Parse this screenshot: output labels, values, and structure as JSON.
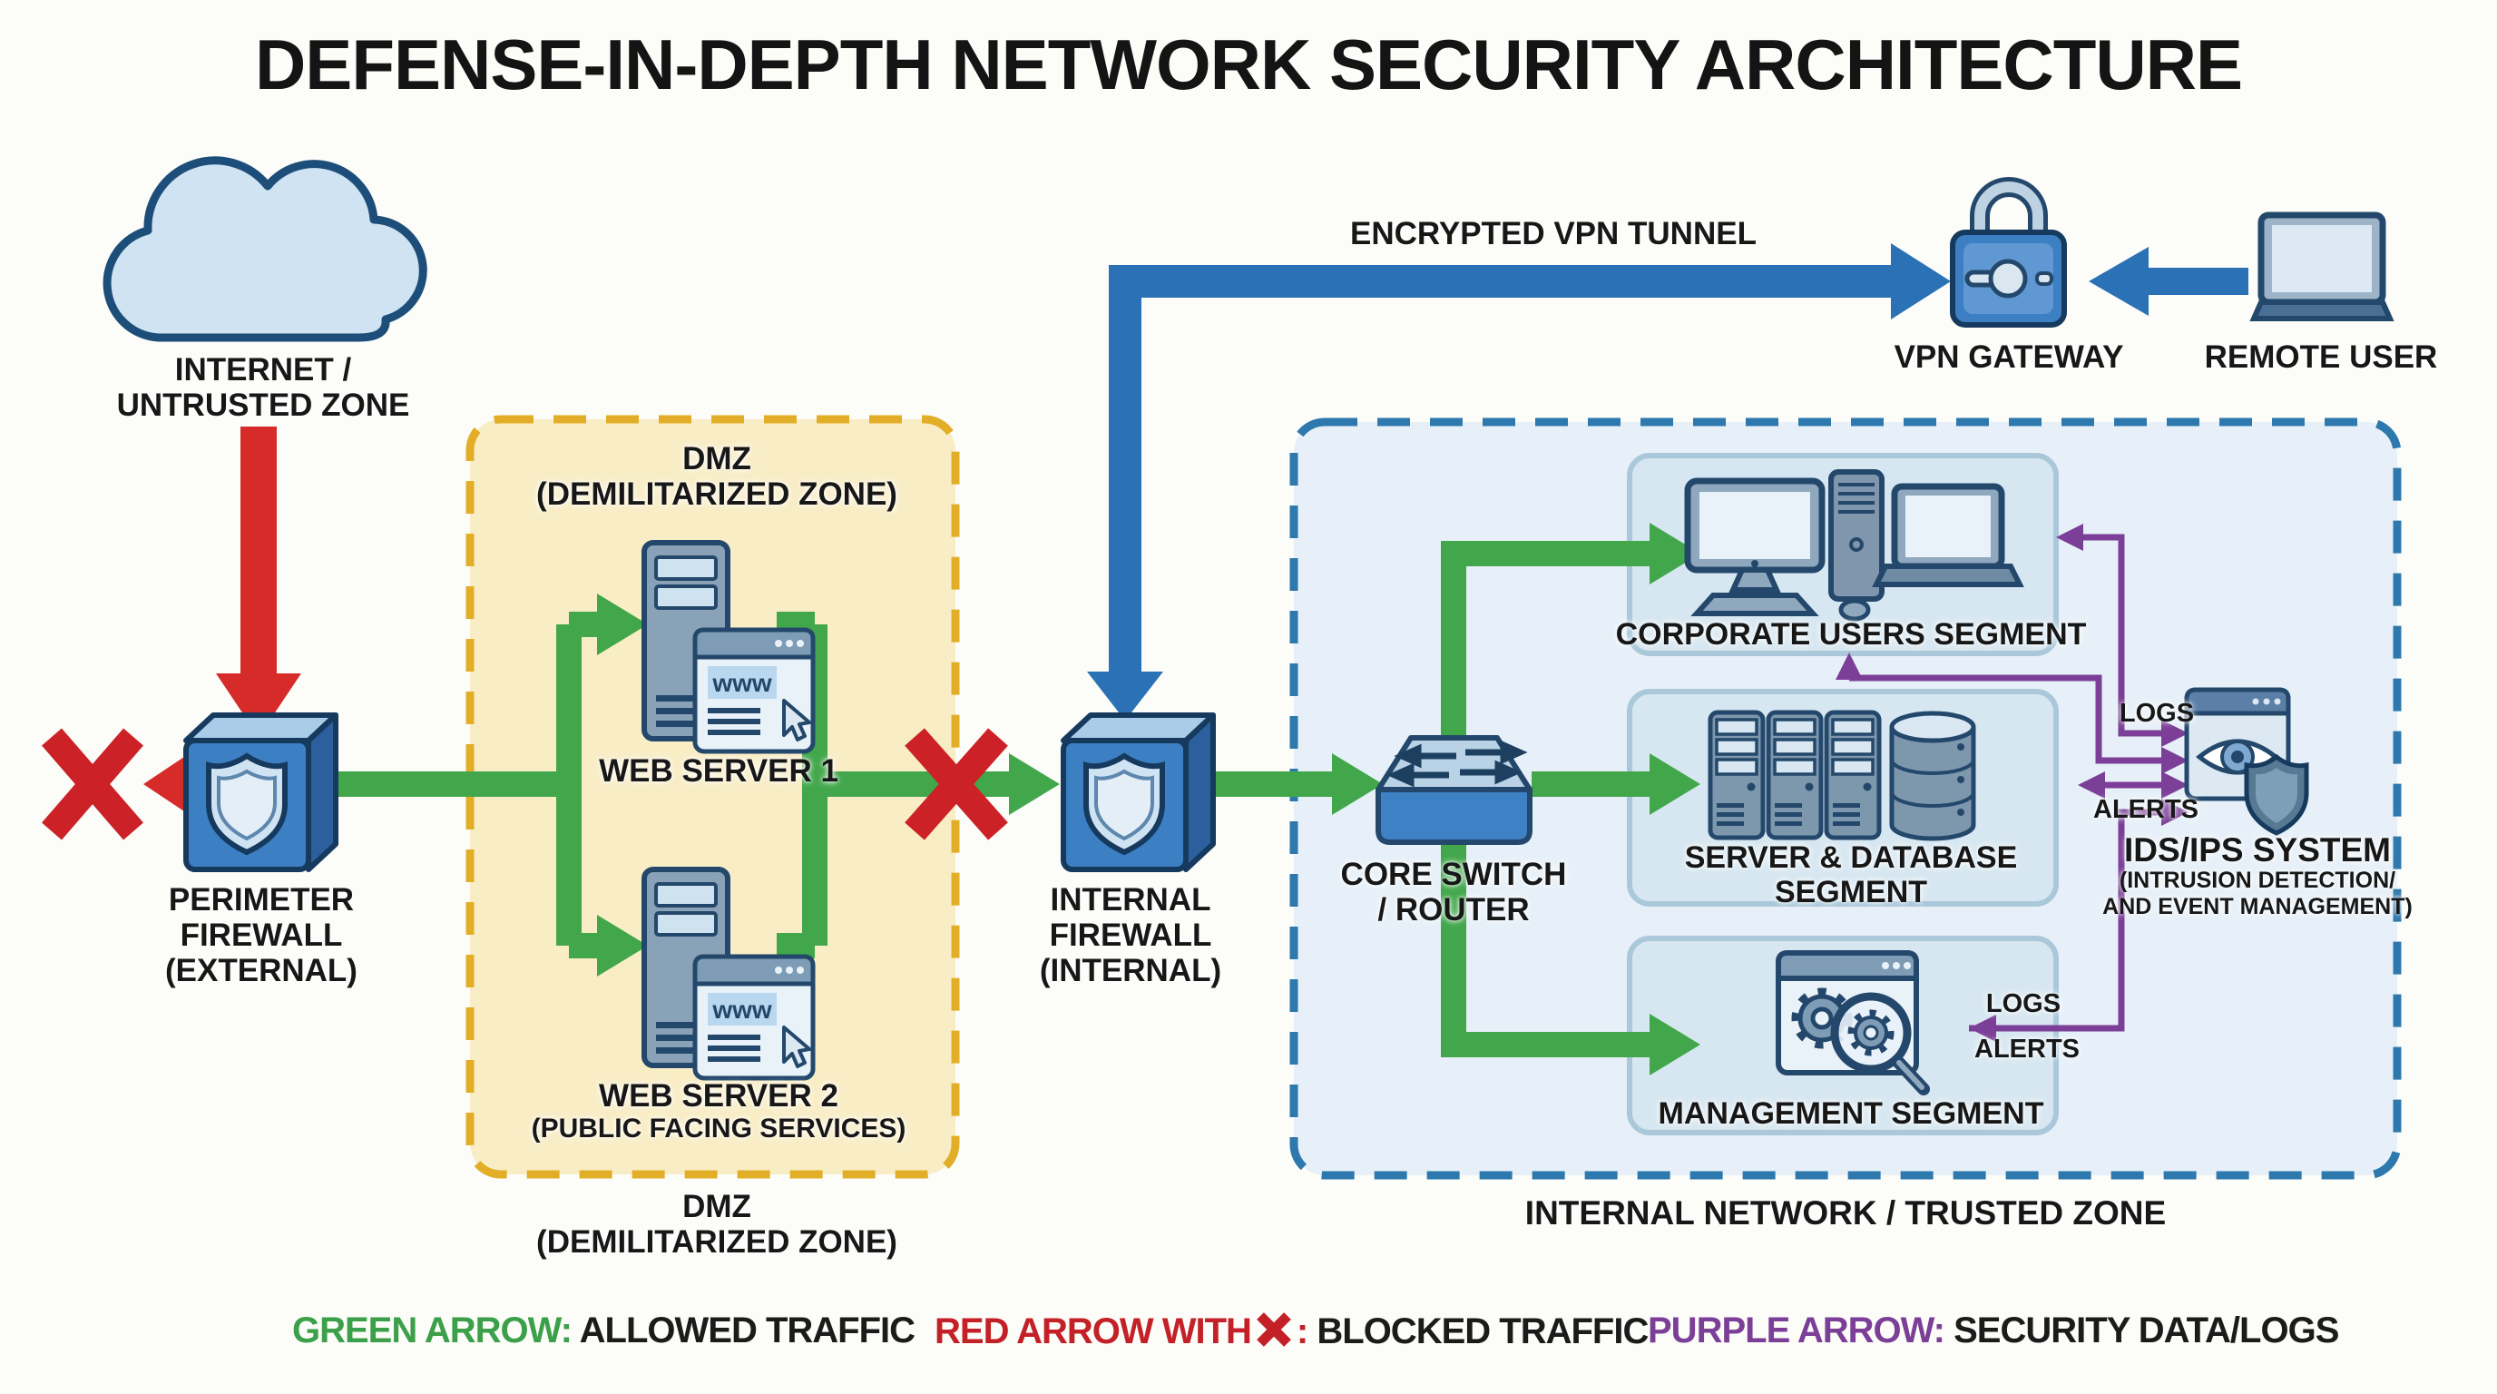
{
  "page": {
    "title": "DEFENSE-IN-DEPTH NETWORK SECURITY ARCHITECTURE"
  },
  "colors": {
    "allowed_green": "#42a74b",
    "blocked_red": "#d62b28",
    "vpn_blue": "#2a72b5",
    "security_purple": "#7c3f98",
    "dmz_fill": "#f9edc6",
    "dmz_border": "#e2ae27",
    "trusted_fill": "#e7f0f8",
    "trusted_border": "#2d78ad",
    "segment_fill": "#d7e7f1",
    "device_blue": "#3e81c4",
    "outline_navy": "#1d4060"
  },
  "nodes": {
    "internet": {
      "line1": "INTERNET /",
      "line2": "UNTRUSTED ZONE"
    },
    "perimeter_firewall": {
      "line1": "PERIMETER",
      "line2": "FIREWALL",
      "line3": "(EXTERNAL)"
    },
    "web_server_1": {
      "label": "WEB SERVER 1"
    },
    "web_server_2": {
      "label": "WEB SERVER 2",
      "sublabel": "(PUBLIC FACING SERVICES)"
    },
    "internal_firewall": {
      "line1": "INTERNAL",
      "line2": "FIREWALL",
      "line3": "(INTERNAL)"
    },
    "core_switch": {
      "line1": "CORE SWITCH",
      "line2": "/ ROUTER"
    }
  },
  "zones": {
    "dmz": {
      "title1": "DMZ",
      "title2": "(DEMILITARIZED ZONE)",
      "bottom1": "DMZ",
      "bottom2": "(DEMILITARIZED ZONE)"
    },
    "internal": {
      "label": "INTERNAL NETWORK / TRUSTED ZONE"
    }
  },
  "segments": {
    "corporate": {
      "label": "CORPORATE USERS SEGMENT"
    },
    "server_db": {
      "line1": "SERVER & DATABASE",
      "line2": "SEGMENT"
    },
    "management": {
      "label": "MANAGEMENT SEGMENT"
    }
  },
  "vpn": {
    "tunnel": "ENCRYPTED VPN TUNNEL",
    "gateway": "VPN GATEWAY",
    "remote_user": "REMOTE USER"
  },
  "ids": {
    "title": "IDS/IPS SYSTEM",
    "sub1": "(INTRUSION DETECTION/",
    "sub2": "AND EVENT MANAGEMENT)"
  },
  "flows": {
    "logs_top": "LOGS",
    "alerts_top": "ALERTS",
    "logs_bottom": "LOGS",
    "alerts_bottom": "ALERTS"
  },
  "icons": {
    "www": "www"
  },
  "legend": {
    "green": {
      "term": "GREEN ARROW:",
      "desc": "ALLOWED TRAFFIC"
    },
    "red": {
      "term": "RED ARROW WITH",
      "colon": ":",
      "desc": "BLOCKED TRAFFIC"
    },
    "purple": {
      "term": "PURPLE ARROW:",
      "desc": "SECURITY DATA/LOGS"
    }
  }
}
